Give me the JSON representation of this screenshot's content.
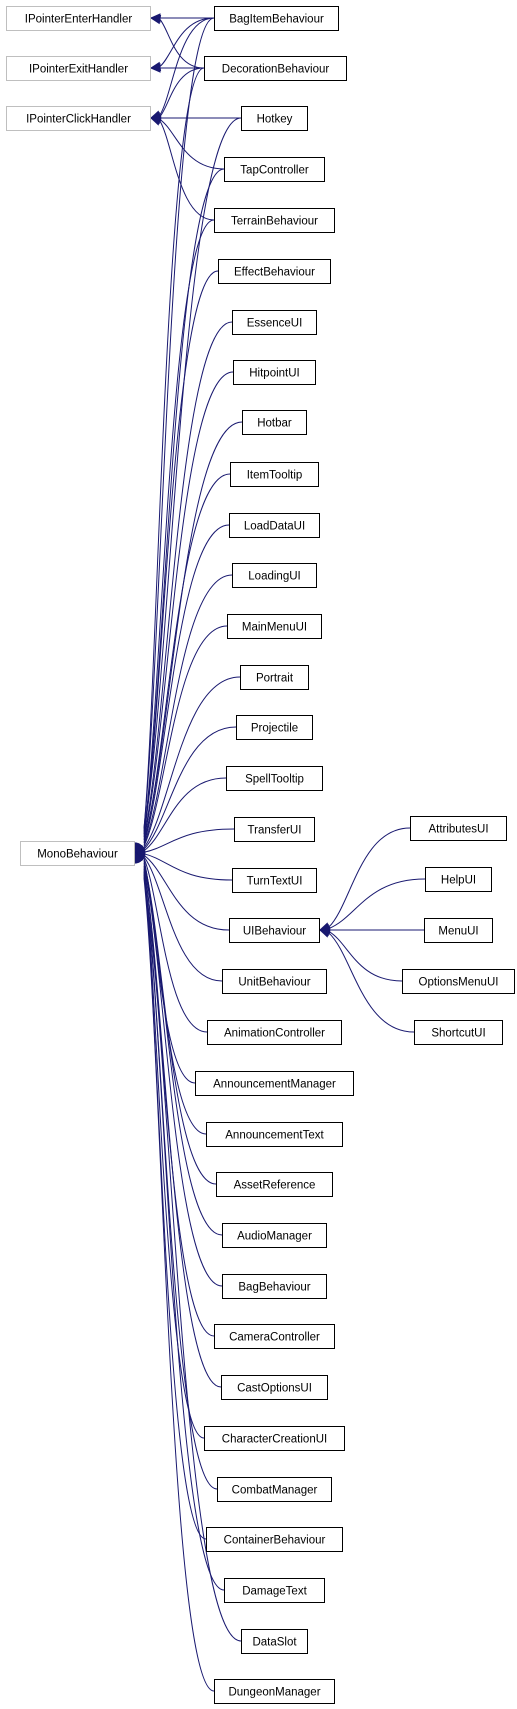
{
  "diagram": {
    "kind": "class-inheritance-graph",
    "colors": {
      "edge": "#191970",
      "node_border": "#000000",
      "external_node_border": "#bfbfbf",
      "background": "#ffffff",
      "text": "#000000"
    },
    "nodes": [
      {
        "id": "ipointerenterhandler",
        "label": "IPointerEnterHandler",
        "external": true
      },
      {
        "id": "ipointerexithandler",
        "label": "IPointerExitHandler",
        "external": true
      },
      {
        "id": "ipointerclickhandler",
        "label": "IPointerClickHandler",
        "external": true
      },
      {
        "id": "monobehaviour",
        "label": "MonoBehaviour",
        "external": true
      },
      {
        "id": "bagitembehaviour",
        "label": "BagItemBehaviour"
      },
      {
        "id": "decorationbehaviour",
        "label": "DecorationBehaviour"
      },
      {
        "id": "hotkey",
        "label": "Hotkey"
      },
      {
        "id": "tapcontroller",
        "label": "TapController"
      },
      {
        "id": "terrainbehaviour",
        "label": "TerrainBehaviour"
      },
      {
        "id": "effectbehaviour",
        "label": "EffectBehaviour"
      },
      {
        "id": "essenceui",
        "label": "EssenceUI"
      },
      {
        "id": "hitpointui",
        "label": "HitpointUI"
      },
      {
        "id": "hotbar",
        "label": "Hotbar"
      },
      {
        "id": "itemtooltip",
        "label": "ItemTooltip"
      },
      {
        "id": "loaddataui",
        "label": "LoadDataUI"
      },
      {
        "id": "loadingui",
        "label": "LoadingUI"
      },
      {
        "id": "mainmenuui",
        "label": "MainMenuUI"
      },
      {
        "id": "portrait",
        "label": "Portrait"
      },
      {
        "id": "projectile",
        "label": "Projectile"
      },
      {
        "id": "spelltooltip",
        "label": "SpellTooltip"
      },
      {
        "id": "transferui",
        "label": "TransferUI"
      },
      {
        "id": "turntextui",
        "label": "TurnTextUI"
      },
      {
        "id": "uibehaviour",
        "label": "UIBehaviour"
      },
      {
        "id": "unitbehaviour",
        "label": "UnitBehaviour"
      },
      {
        "id": "animationcontroller",
        "label": "AnimationController"
      },
      {
        "id": "announcementmanager",
        "label": "AnnouncementManager"
      },
      {
        "id": "announcementtext",
        "label": "AnnouncementText"
      },
      {
        "id": "assetreference",
        "label": "AssetReference"
      },
      {
        "id": "audiomanager",
        "label": "AudioManager"
      },
      {
        "id": "bagbehaviour",
        "label": "BagBehaviour"
      },
      {
        "id": "cameracontroller",
        "label": "CameraController"
      },
      {
        "id": "castoptionsui",
        "label": "CastOptionsUI"
      },
      {
        "id": "charactercreationui",
        "label": "CharacterCreationUI"
      },
      {
        "id": "combatmanager",
        "label": "CombatManager"
      },
      {
        "id": "containerbehaviour",
        "label": "ContainerBehaviour"
      },
      {
        "id": "damagetext",
        "label": "DamageText"
      },
      {
        "id": "dataslot",
        "label": "DataSlot"
      },
      {
        "id": "dungeonmanager",
        "label": "DungeonManager"
      },
      {
        "id": "attributesui",
        "label": "AttributesUI"
      },
      {
        "id": "helpui",
        "label": "HelpUI"
      },
      {
        "id": "menuui",
        "label": "MenuUI"
      },
      {
        "id": "optionsmenuui",
        "label": "OptionsMenuUI"
      },
      {
        "id": "shortcutui",
        "label": "ShortcutUI"
      }
    ],
    "edges": [
      {
        "from": "bagitembehaviour",
        "to": "ipointerenterhandler"
      },
      {
        "from": "decorationbehaviour",
        "to": "ipointerenterhandler"
      },
      {
        "from": "bagitembehaviour",
        "to": "ipointerexithandler"
      },
      {
        "from": "decorationbehaviour",
        "to": "ipointerexithandler"
      },
      {
        "from": "bagitembehaviour",
        "to": "ipointerclickhandler"
      },
      {
        "from": "decorationbehaviour",
        "to": "ipointerclickhandler"
      },
      {
        "from": "hotkey",
        "to": "ipointerclickhandler"
      },
      {
        "from": "tapcontroller",
        "to": "ipointerclickhandler"
      },
      {
        "from": "terrainbehaviour",
        "to": "ipointerclickhandler"
      },
      {
        "from": "bagitembehaviour",
        "to": "monobehaviour"
      },
      {
        "from": "decorationbehaviour",
        "to": "monobehaviour"
      },
      {
        "from": "hotkey",
        "to": "monobehaviour"
      },
      {
        "from": "tapcontroller",
        "to": "monobehaviour"
      },
      {
        "from": "terrainbehaviour",
        "to": "monobehaviour"
      },
      {
        "from": "effectbehaviour",
        "to": "monobehaviour"
      },
      {
        "from": "essenceui",
        "to": "monobehaviour"
      },
      {
        "from": "hitpointui",
        "to": "monobehaviour"
      },
      {
        "from": "hotbar",
        "to": "monobehaviour"
      },
      {
        "from": "itemtooltip",
        "to": "monobehaviour"
      },
      {
        "from": "loaddataui",
        "to": "monobehaviour"
      },
      {
        "from": "loadingui",
        "to": "monobehaviour"
      },
      {
        "from": "mainmenuui",
        "to": "monobehaviour"
      },
      {
        "from": "portrait",
        "to": "monobehaviour"
      },
      {
        "from": "projectile",
        "to": "monobehaviour"
      },
      {
        "from": "spelltooltip",
        "to": "monobehaviour"
      },
      {
        "from": "transferui",
        "to": "monobehaviour"
      },
      {
        "from": "turntextui",
        "to": "monobehaviour"
      },
      {
        "from": "uibehaviour",
        "to": "monobehaviour"
      },
      {
        "from": "unitbehaviour",
        "to": "monobehaviour"
      },
      {
        "from": "animationcontroller",
        "to": "monobehaviour"
      },
      {
        "from": "announcementmanager",
        "to": "monobehaviour"
      },
      {
        "from": "announcementtext",
        "to": "monobehaviour"
      },
      {
        "from": "assetreference",
        "to": "monobehaviour"
      },
      {
        "from": "audiomanager",
        "to": "monobehaviour"
      },
      {
        "from": "bagbehaviour",
        "to": "monobehaviour"
      },
      {
        "from": "cameracontroller",
        "to": "monobehaviour"
      },
      {
        "from": "castoptionsui",
        "to": "monobehaviour"
      },
      {
        "from": "charactercreationui",
        "to": "monobehaviour"
      },
      {
        "from": "combatmanager",
        "to": "monobehaviour"
      },
      {
        "from": "containerbehaviour",
        "to": "monobehaviour"
      },
      {
        "from": "damagetext",
        "to": "monobehaviour"
      },
      {
        "from": "dataslot",
        "to": "monobehaviour"
      },
      {
        "from": "dungeonmanager",
        "to": "monobehaviour"
      },
      {
        "from": "attributesui",
        "to": "uibehaviour"
      },
      {
        "from": "helpui",
        "to": "uibehaviour"
      },
      {
        "from": "menuui",
        "to": "uibehaviour"
      },
      {
        "from": "optionsmenuui",
        "to": "uibehaviour"
      },
      {
        "from": "shortcutui",
        "to": "uibehaviour"
      }
    ]
  }
}
